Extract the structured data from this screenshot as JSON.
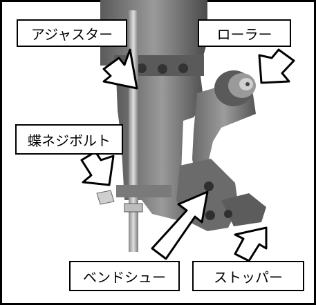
{
  "labels": {
    "adjuster": "アジャスター",
    "roller": "ローラー",
    "butterfly_bolt": "蝶ネジボルト",
    "bend_shoe": "ベンドシュー",
    "stopper": "ストッパー"
  },
  "colors": {
    "background": "#ffffff",
    "outline": "#000000",
    "metal_dark": "#4a4a4a",
    "metal_mid": "#777777",
    "metal_light": "#bdbdbd"
  }
}
